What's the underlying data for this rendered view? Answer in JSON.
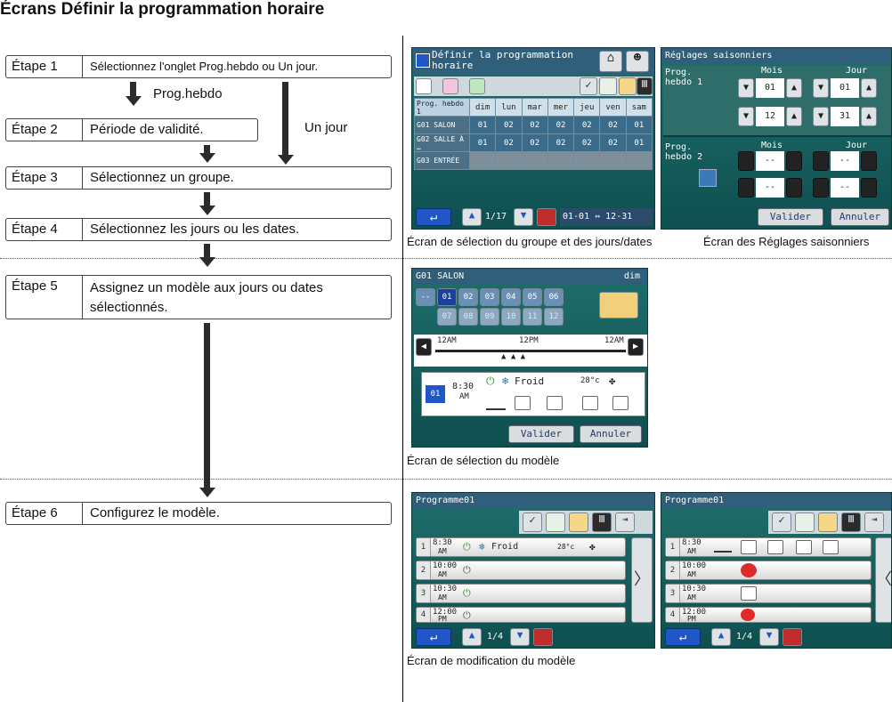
{
  "heading": "Écrans Définir la programmation horaire",
  "steps": [
    {
      "num": "Étape 1",
      "text": "Sélectionnez l'onglet Prog.hebdo ou Un jour."
    },
    {
      "num": "Étape 2",
      "text": "Période de validité."
    },
    {
      "num": "Étape 3",
      "text": "Sélectionnez un groupe."
    },
    {
      "num": "Étape 4",
      "text": "Sélectionnez les jours ou les dates."
    },
    {
      "num": "Étape 5",
      "text": "Assignez un modèle aux jours ou dates sélectionnés."
    },
    {
      "num": "Étape 6",
      "text": "Configurez le modèle."
    }
  ],
  "branch_labels": {
    "prog_hebdo": "Prog.hebdo",
    "un_jour": "Un jour"
  },
  "captions": {
    "group_days": "Écran de sélection du groupe et des jours/dates",
    "seasonal": "Écran des Réglages saisonniers",
    "pattern_select": "Écran de sélection du modèle",
    "pattern_edit": "Écran de modification du modèle"
  },
  "screen_group": {
    "title": "Définir la programmation horaire",
    "row_header": "Prog. hebdo 1",
    "days": [
      "dim",
      "lun",
      "mar",
      "mer",
      "jeu",
      "ven",
      "sam"
    ],
    "groups": [
      {
        "label": "G01 SALON",
        "cells": [
          "01",
          "02",
          "02",
          "02",
          "02",
          "02",
          "01"
        ]
      },
      {
        "label": "G02 SALLE À …",
        "cells": [
          "01",
          "02",
          "02",
          "02",
          "02",
          "02",
          "01"
        ]
      },
      {
        "label": "G03 ENTRÉE",
        "cells": [
          "",
          "",
          "",
          "",
          "",
          "",
          ""
        ]
      }
    ],
    "page": "1/17",
    "date_range": "01-01 ⇔ 12-31"
  },
  "screen_seasonal": {
    "title": "Réglages saisonniers",
    "p1_label": "Prog. hebdo 1",
    "p2_label": "Prog. hebdo 2",
    "mois": "Mois",
    "jour": "Jour",
    "p1_start_mois": "01",
    "p1_start_jour": "01",
    "p1_end_mois": "12",
    "p1_end_jour": "31",
    "p2_start_mois": "--",
    "p2_start_jour": "--",
    "p2_end_mois": "--",
    "p2_end_jour": "--",
    "valider": "Valider",
    "annuler": "Annuler"
  },
  "screen_pattern": {
    "title": "G01 SALON",
    "day": "dim",
    "patterns_row1": [
      "--",
      "01",
      "02",
      "03",
      "04",
      "05",
      "06"
    ],
    "patterns_row2": [
      "07",
      "08",
      "09",
      "10",
      "11",
      "12"
    ],
    "time_labels": [
      "12AM",
      "12PM",
      "12AM"
    ],
    "sel_num": "01",
    "time": "8:30",
    "ampm": "AM",
    "mode": "Froid",
    "temp": "28°c",
    "valider": "Valider",
    "annuler": "Annuler"
  },
  "screen_edit": {
    "title": "Programme01",
    "rows": [
      {
        "num": "1",
        "time": "8:30",
        "ampm": "AM"
      },
      {
        "num": "2",
        "time": "10:00",
        "ampm": "AM"
      },
      {
        "num": "3",
        "time": "10:30",
        "ampm": "AM"
      },
      {
        "num": "4",
        "time": "12:00",
        "ampm": "PM"
      }
    ],
    "mode": "Froid",
    "temp": "28°c",
    "page": "1/4"
  }
}
